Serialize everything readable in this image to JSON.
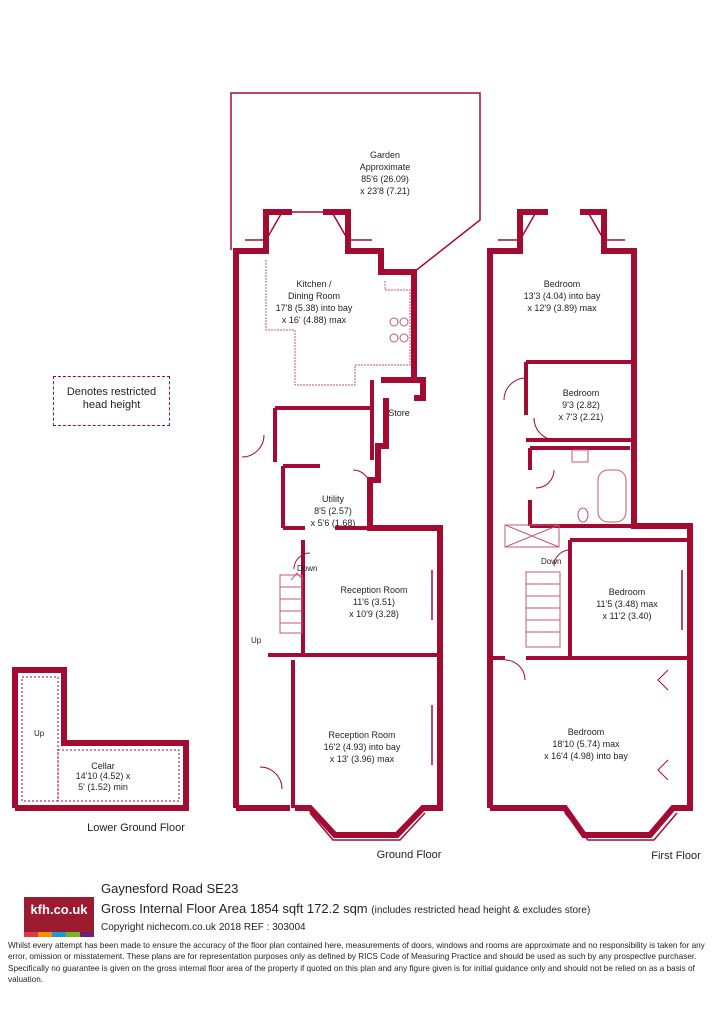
{
  "colors": {
    "wall": "#a30b32",
    "fixture": "#c15a72",
    "text": "#231f20"
  },
  "levels": {
    "lower_ground": "Lower Ground Floor",
    "ground": "Ground Floor",
    "first": "First Floor"
  },
  "key": {
    "line1": "Denotes restricted",
    "line2": "head height"
  },
  "garden": {
    "name": "Garden",
    "line2": "Approximate",
    "line3": "85'6 (26.09)",
    "line4": "x 23'8 (7.21)"
  },
  "rooms": {
    "kitchen": {
      "name": "Kitchen /",
      "line2": "Dining Room",
      "line3": "17'8 (5.38) into bay",
      "line4": "x 16' (4.88) max"
    },
    "store": {
      "name": "Store"
    },
    "utility": {
      "name": "Utility",
      "line2": "8'5 (2.57)",
      "line3": "x 5'6 (1.68)"
    },
    "reception1": {
      "name": "Reception Room",
      "line2": "11'6 (3.51)",
      "line3": "x 10'9 (3.28)"
    },
    "reception2": {
      "name": "Reception Room",
      "line2": "16'2 (4.93) into bay",
      "line3": "x 13' (3.96) max"
    },
    "cellar": {
      "name": "Cellar",
      "line2": "14'10 (4.52) x",
      "line3": "5' (1.52) min"
    },
    "bed1": {
      "name": "Bedroom",
      "line2": "13'3 (4.04) into bay",
      "line3": "x 12'9 (3.89) max"
    },
    "bed2": {
      "name": "Bedroom",
      "line2": "9'3 (2.82)",
      "line3": "x 7'3 (2.21)"
    },
    "bed3": {
      "name": "Bedroom",
      "line2": "11'5 (3.48) max",
      "line3": "x 11'2 (3.40)"
    },
    "bed4": {
      "name": "Bedroom",
      "line2": "18'10 (5.74) max",
      "line3": "x 16'4 (4.98) into bay"
    }
  },
  "stairs": {
    "down_ground": "Down",
    "up_ground": "Up",
    "down_first": "Down",
    "up_cellar": "Up"
  },
  "footer": {
    "logo": "kfh.co.uk",
    "logo_colors": [
      "#e03a3e",
      "#f39200",
      "#1d9ad6",
      "#7ab51d",
      "#6d2077"
    ],
    "address": "Gaynesford Road  SE23",
    "gia": "Gross Internal Floor Area 1854 sqft 172.2 sqm",
    "gia_note": "(includes restricted head height & excludes store)",
    "copyright": "Copyright nichecom.co.uk 2018 REF : 303004",
    "disclaimer": "Whilst every attempt has been made to ensure the accuracy of the floor plan contained here, measurements of doors, windows and rooms are approximate and no responsibility is taken for any error, omission or misstatement. These plans are for representation purposes only as defined by RICS Code of Measuring Practice and should be used as such by any prospective purchaser. Specifically no guarantee is given on the gross internal floor area of the property if quoted on this plan and any figure given is for initial guidance only and should not be relied on as a basis of valuation."
  }
}
